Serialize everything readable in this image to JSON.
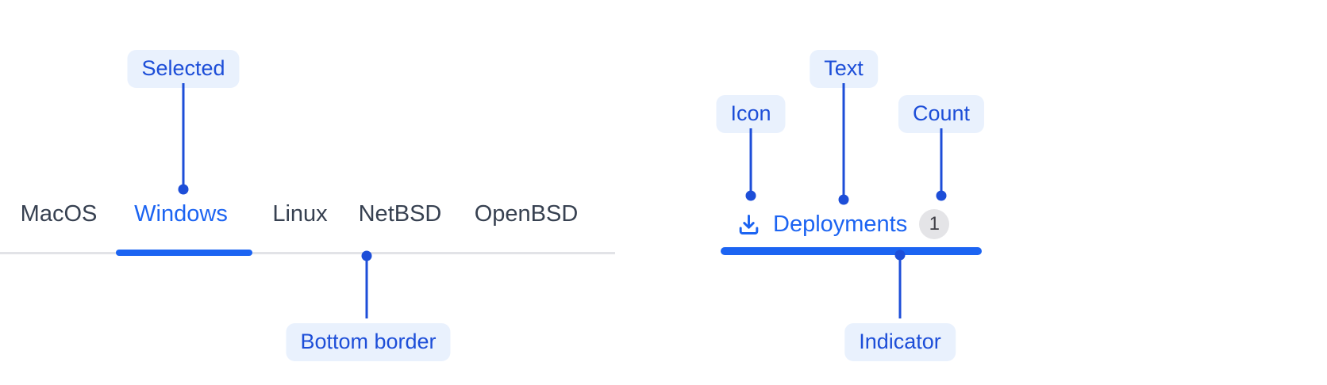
{
  "theme": {
    "accent": "#1c64f2",
    "annotation": "#1d4ed8",
    "pill_bg": "#e9f1fd",
    "border_gray": "#e2e3e7",
    "inactive_tab": "#374151",
    "badge_bg": "#e4e4e7",
    "badge_text": "#3f3f46",
    "canvas_bg": "#ffffff"
  },
  "tabs_example": {
    "items": [
      {
        "label": "MacOS",
        "selected": false
      },
      {
        "label": "Windows",
        "selected": true
      },
      {
        "label": "Linux",
        "selected": false
      },
      {
        "label": "NetBSD",
        "selected": false
      },
      {
        "label": "OpenBSD",
        "selected": false
      }
    ]
  },
  "tab_item_example": {
    "icon": "download-icon",
    "label": "Deployments",
    "count": "1"
  },
  "annotations": {
    "selected": "Selected",
    "bottom_border": "Bottom border",
    "icon": "Icon",
    "text": "Text",
    "count": "Count",
    "indicator": "Indicator"
  }
}
